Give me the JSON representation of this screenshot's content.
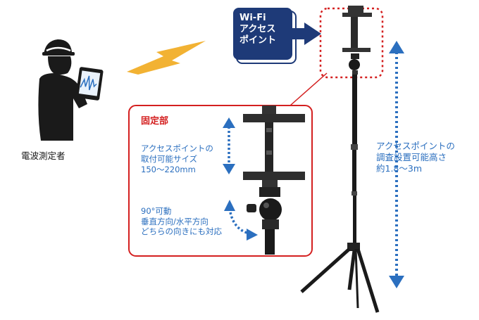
{
  "labels": {
    "surveyor": "電波測定者",
    "access_point": [
      "Wi-Fi",
      "アクセス",
      "ポイント"
    ],
    "fixed_part": "固定部",
    "ap_size": [
      "アクセスポイントの",
      "取付可能サイズ",
      "150～220mm"
    ],
    "rotation": [
      "90°可動",
      "垂直方向/水平方向",
      "どちらの向きにも対応"
    ],
    "height": [
      "アクセスポイントの",
      "調査設置可能高さ",
      "約1.8～3m"
    ]
  },
  "colors": {
    "navy": "#1e3a78",
    "red": "#d42020",
    "blue": "#2b6fbf",
    "lightning": "#f2b233",
    "black": "#1a1a1a"
  },
  "icons": [
    "surveyor-person-icon",
    "tablet-icon",
    "wireless-lightning-icon",
    "tripod-stand-icon",
    "ap-holder-clamp-icon",
    "ball-head-icon"
  ]
}
